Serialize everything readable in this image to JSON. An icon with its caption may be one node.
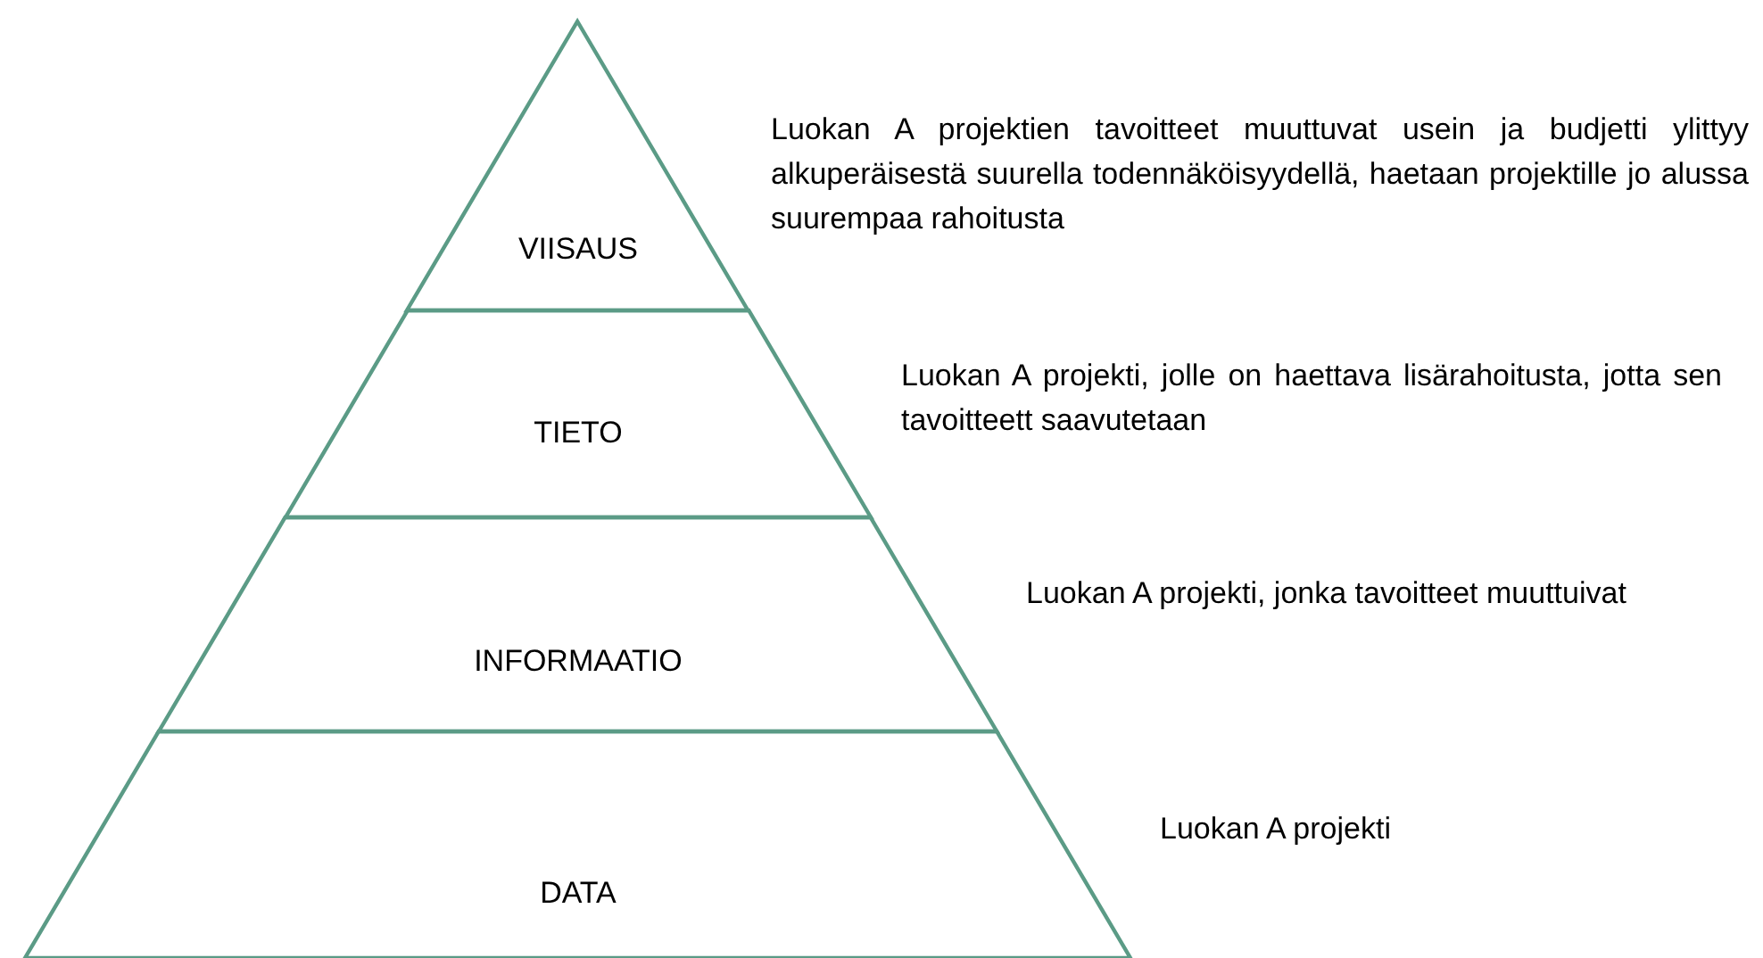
{
  "diagram": {
    "nodes": [
      {
        "text": [
          "VIISAUS"
        ],
        "beside": [
          "Luokan A projektien tavoitteet muuttuvat usein ja budjetti ylittyy alkuperäisestä suurella todennäköisyydellä, haetaan projektille jo alussa suurempaa rahoitusta"
        ]
      },
      {
        "text": [
          "TIETO"
        ],
        "beside": [
          "Luokan A projekti, jolle on haettava lisärahoitusta, jotta sen tavoitteett saavutetaan"
        ]
      },
      {
        "text": [
          "INFORMAATIO"
        ],
        "beside": [
          "Luokan A projekti, jonka tavoitteet muuttuivat"
        ]
      },
      {
        "text": [
          "DATA"
        ],
        "beside": [
          "Luokan A projekti"
        ]
      }
    ]
  }
}
